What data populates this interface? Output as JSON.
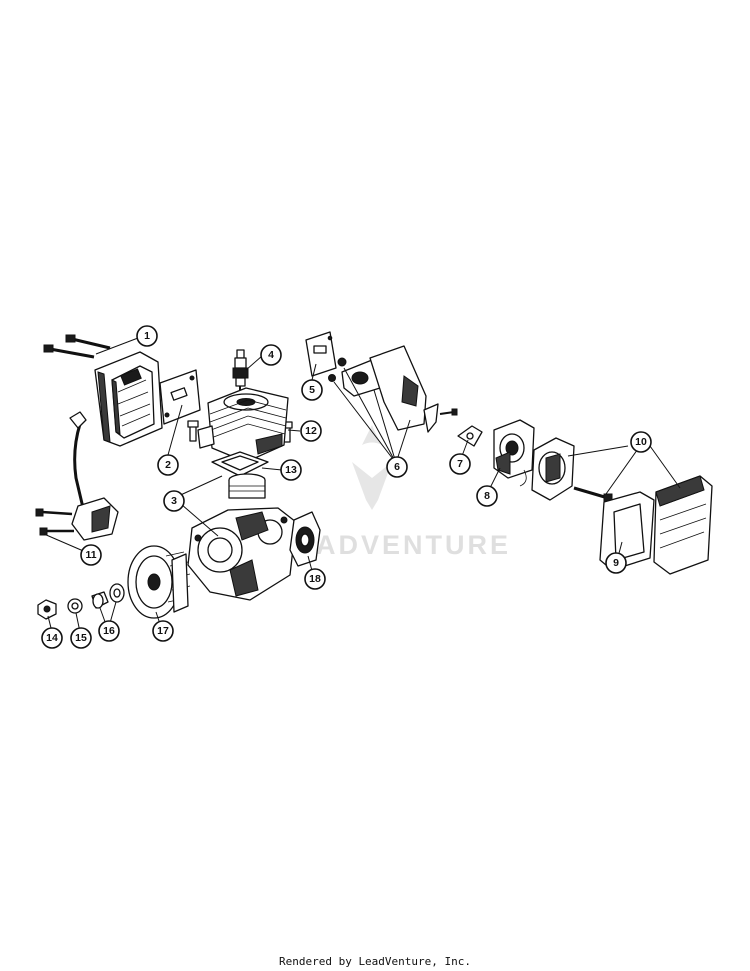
{
  "callouts": [
    {
      "id": "1",
      "label": "1"
    },
    {
      "id": "2",
      "label": "2"
    },
    {
      "id": "3",
      "label": "3"
    },
    {
      "id": "4",
      "label": "4"
    },
    {
      "id": "5",
      "label": "5"
    },
    {
      "id": "6",
      "label": "6"
    },
    {
      "id": "7",
      "label": "7"
    },
    {
      "id": "8",
      "label": "8"
    },
    {
      "id": "9",
      "label": "9"
    },
    {
      "id": "10",
      "label": "10"
    },
    {
      "id": "11",
      "label": "11"
    },
    {
      "id": "12",
      "label": "12"
    },
    {
      "id": "13",
      "label": "13"
    },
    {
      "id": "14",
      "label": "14"
    },
    {
      "id": "15",
      "label": "15"
    },
    {
      "id": "16",
      "label": "16"
    },
    {
      "id": "17",
      "label": "17"
    },
    {
      "id": "18",
      "label": "18"
    }
  ],
  "watermark": {
    "text": "ADVENTURE"
  },
  "footer": {
    "text": "Rendered by LeadVenture, Inc."
  }
}
